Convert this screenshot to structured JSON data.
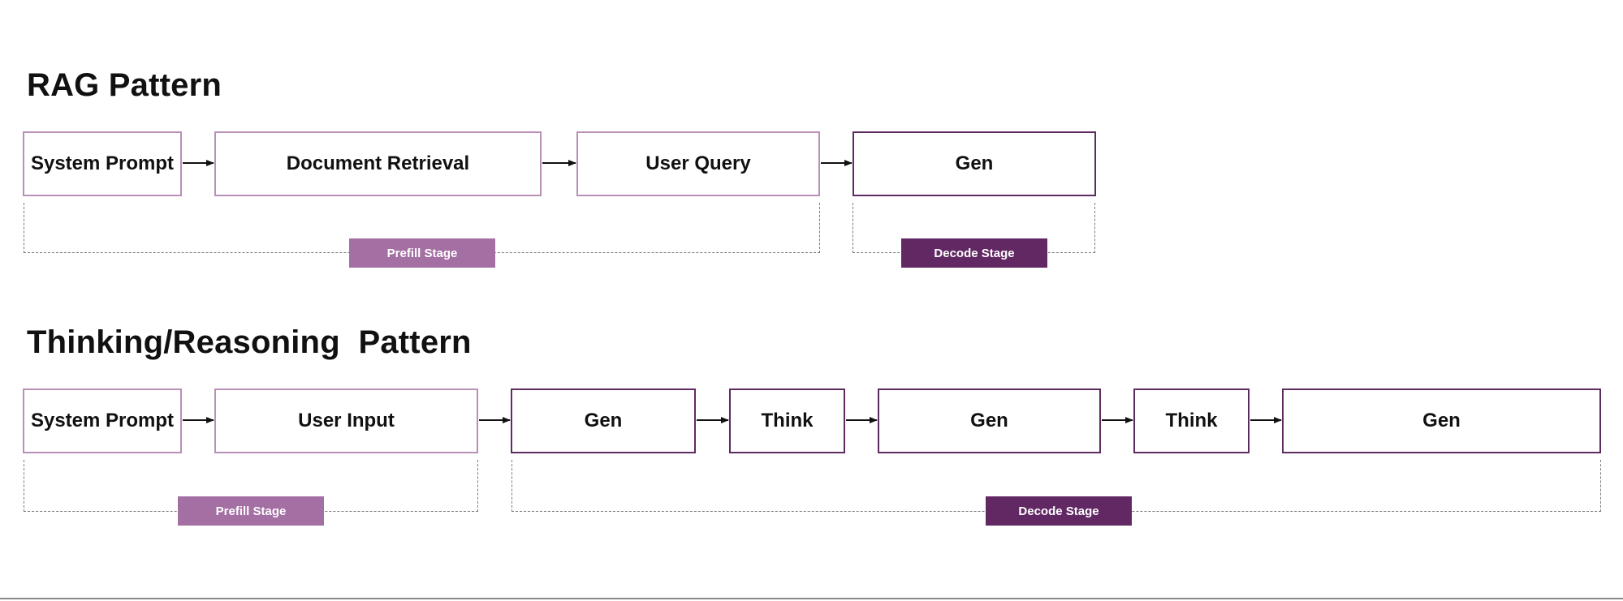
{
  "rag": {
    "title": "RAG Pattern",
    "steps": [
      "System Prompt",
      "Document Retrieval",
      "User Query",
      "Gen"
    ],
    "prefill_label": "Prefill Stage",
    "decode_label": "Decode Stage"
  },
  "thinking": {
    "title": "Thinking/Reasoning  Pattern",
    "steps": [
      "System Prompt",
      "User Input",
      "Gen",
      "Think",
      "Gen",
      "Think",
      "Gen"
    ],
    "prefill_label": "Prefill Stage",
    "decode_label": "Decode Stage"
  },
  "colors": {
    "prefill_accent": "#a46fa3",
    "decode_accent": "#622864"
  }
}
